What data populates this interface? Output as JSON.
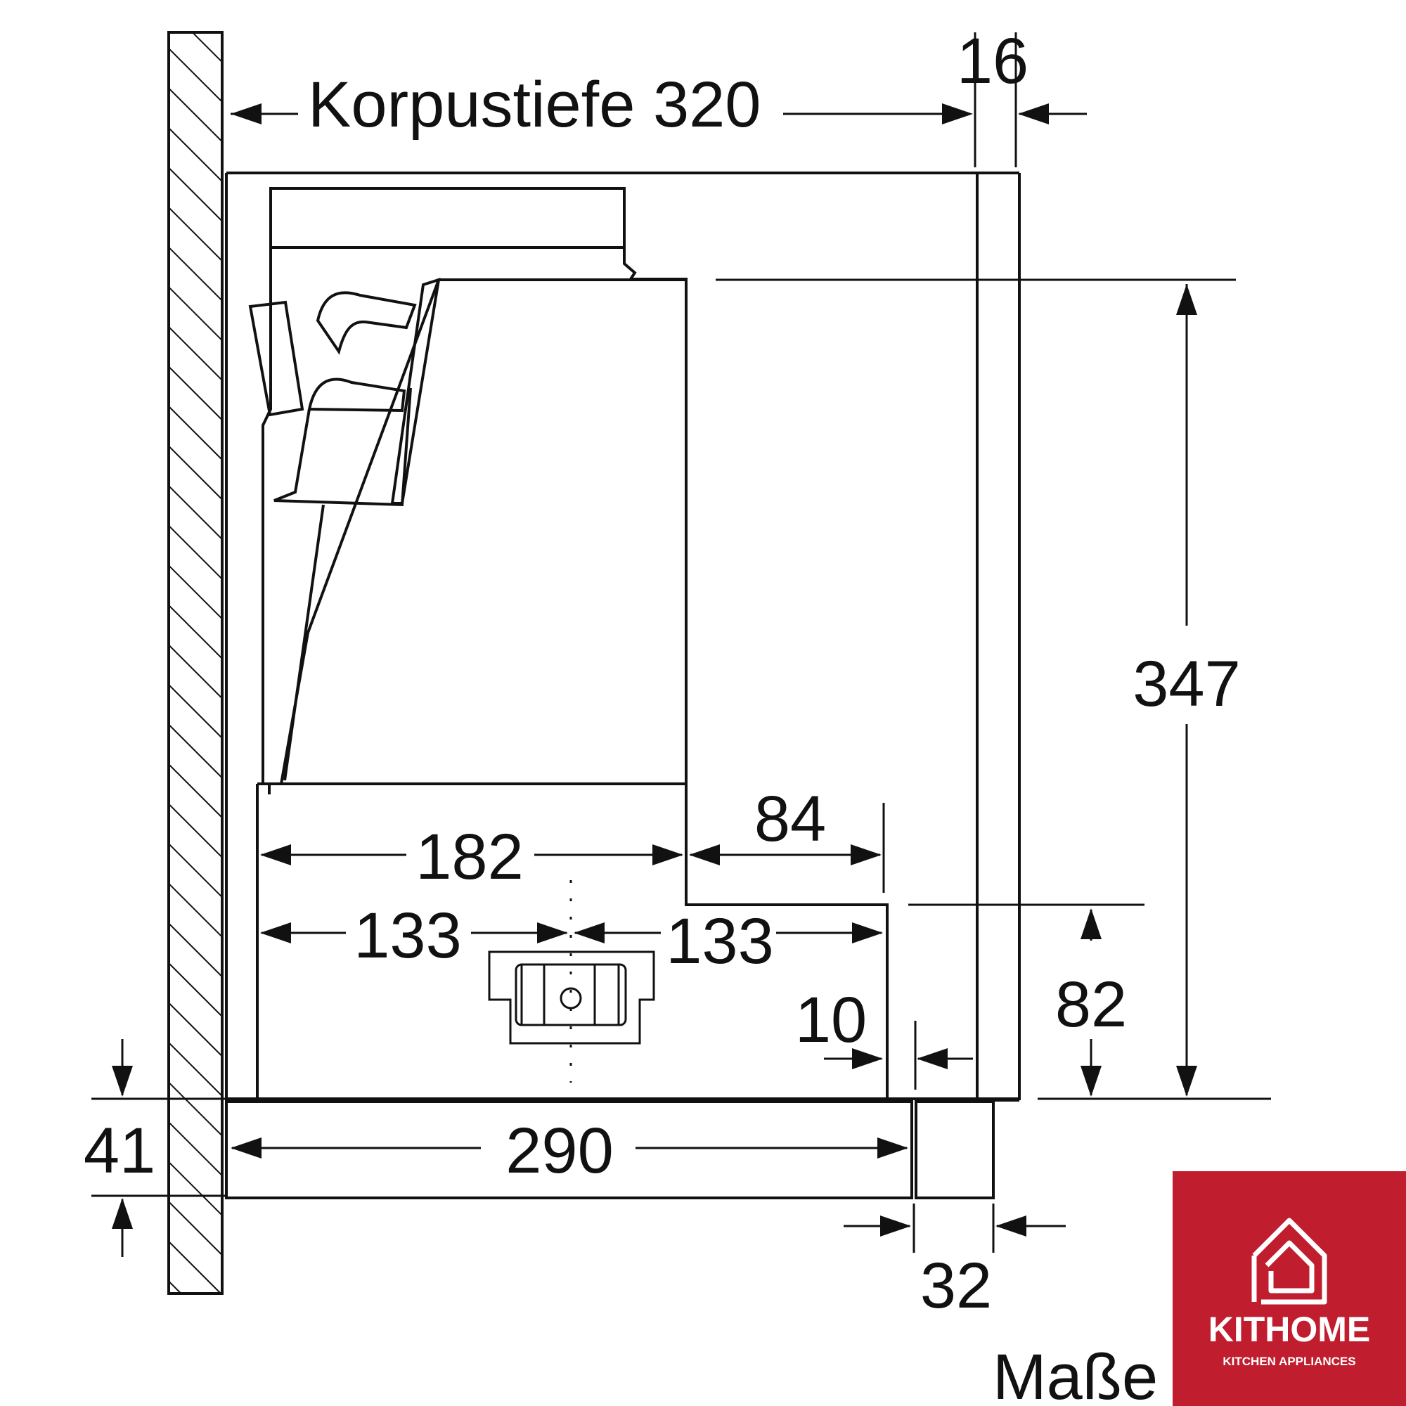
{
  "labels": {
    "korpustiefe": "Korpustiefe 320",
    "d16": "16",
    "d347": "347",
    "d84": "84",
    "d182": "182",
    "d133_left": "133",
    "d133_right": "133",
    "d10": "10",
    "d82": "82",
    "d41": "41",
    "d290": "290",
    "d32": "32",
    "footer": "Maße"
  },
  "brand": {
    "name": "KITHOME",
    "tagline": "KITCHEN APPLIANCES",
    "color": "#c01e2e"
  }
}
